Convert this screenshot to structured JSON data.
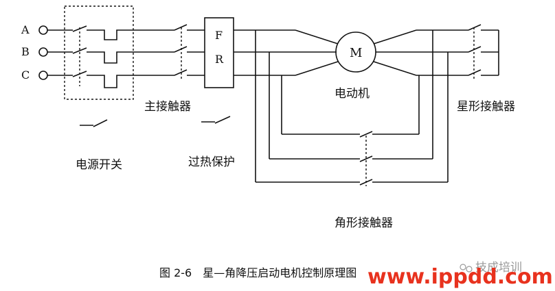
{
  "terminals": [
    "A",
    "B",
    "C"
  ],
  "relay": {
    "top": "F",
    "bottom": "R"
  },
  "motor": {
    "symbol": "M",
    "label": "电动机"
  },
  "labels": {
    "power_switch": "电源开关",
    "main_contactor": "主接触器",
    "overheat": "过热保护",
    "star_contactor": "星形接触器",
    "delta_contactor": "角形接触器"
  },
  "caption": "图 2-6　星—角降压启动电机控制原理图",
  "watermark": {
    "brand": "技成培训",
    "url": "www.ippdd.com"
  },
  "colors": {
    "line": "#111111",
    "watermark": "#e8321e",
    "watermark_gray": "#9a9a9a"
  }
}
